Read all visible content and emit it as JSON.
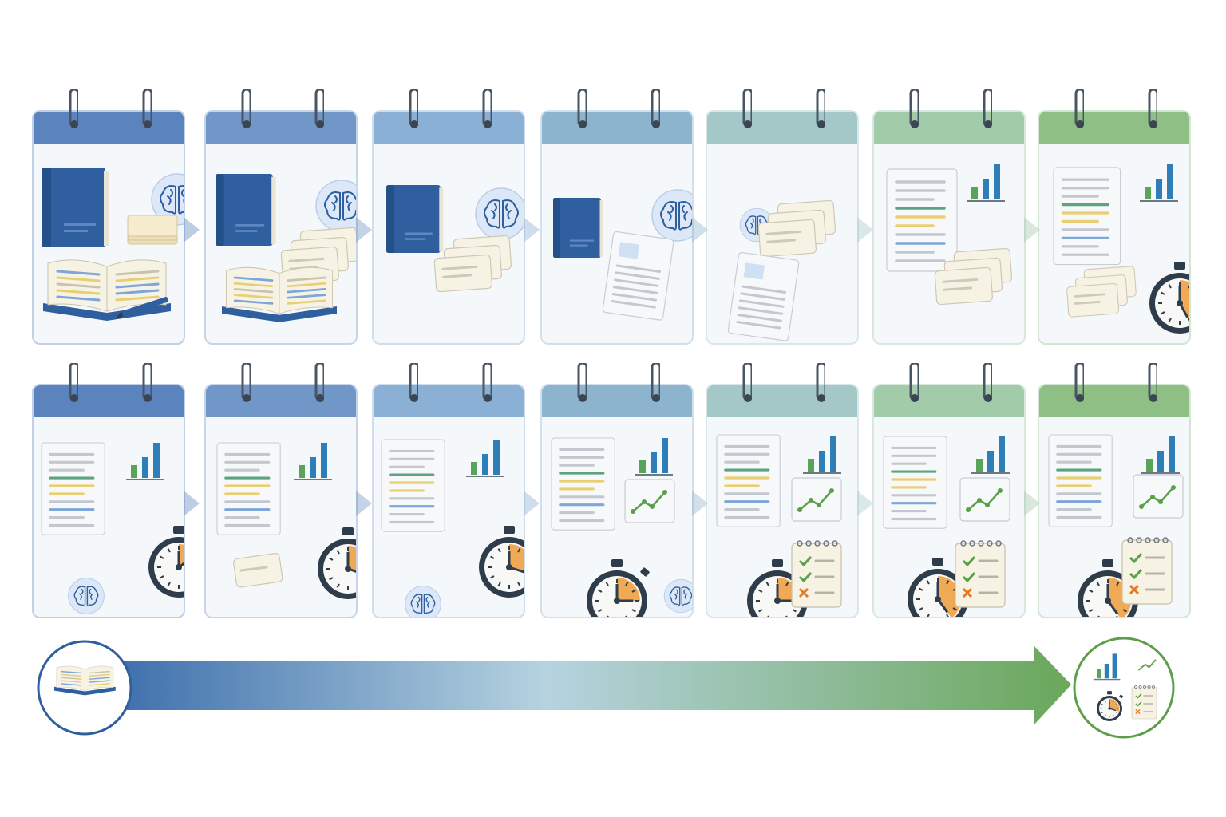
{
  "palette": {
    "stages": [
      "#5b82b8",
      "#6e91c4",
      "#86a9d2",
      "#8cb2cc",
      "#a3c6c6",
      "#9ec8a8",
      "#8fbf85"
    ],
    "header_tints": [
      "#5b84bf",
      "#7196c8",
      "#8bb0d6",
      "#8cb4cf",
      "#a3c8c7",
      "#a2cba9",
      "#8ec086"
    ],
    "book_blue": "#2f5f9e",
    "paper": "#f6f2e4",
    "highlight_yellow": "#e8cf74",
    "highlight_green": "#5ea37f",
    "highlight_blue": "#7ea6d8",
    "bar_green": "#5aa45a",
    "bar_blue": "#2e7fb8",
    "timer_dark": "#2f3d4a",
    "timer_orange": "#f0aa55",
    "check_green": "#5aa04a",
    "cross_orange": "#e07a2a",
    "arrow_start": "#3f70ad",
    "arrow_mid": "#b6d3e0",
    "arrow_end": "#6aa75a",
    "end_badge_ring": "#5c9e4a",
    "start_badge_ring": "#2f5f9e"
  },
  "rows": [
    {
      "cards": [
        {
          "icons": [
            "closed-book-icon",
            "brain-icon",
            "index-cards-icon",
            "open-book-icon",
            "pencil-icon"
          ]
        },
        {
          "icons": [
            "closed-book-icon",
            "brain-icon",
            "flashcards-icon",
            "open-book-icon"
          ]
        },
        {
          "icons": [
            "closed-book-icon",
            "brain-icon",
            "flashcards-icon"
          ]
        },
        {
          "icons": [
            "closed-book-icon",
            "brain-icon",
            "summary-sheet-icon"
          ]
        },
        {
          "icons": [
            "brain-icon",
            "flashcards-icon",
            "summary-sheet-icon"
          ]
        },
        {
          "icons": [
            "notes-page-icon",
            "bar-chart-icon",
            "flashcards-icon"
          ]
        },
        {
          "icons": [
            "notes-page-icon",
            "bar-chart-icon",
            "flashcards-icon",
            "stopwatch-icon"
          ]
        }
      ]
    },
    {
      "cards": [
        {
          "icons": [
            "notes-page-icon",
            "bar-chart-icon",
            "stopwatch-icon",
            "brain-icon"
          ]
        },
        {
          "icons": [
            "notes-page-icon",
            "bar-chart-icon",
            "stopwatch-icon",
            "flashcard-icon"
          ]
        },
        {
          "icons": [
            "notes-page-icon",
            "bar-chart-icon",
            "stopwatch-icon",
            "brain-icon"
          ]
        },
        {
          "icons": [
            "notes-page-icon",
            "bar-chart-icon",
            "line-chart-icon",
            "stopwatch-icon",
            "brain-icon"
          ]
        },
        {
          "icons": [
            "notes-page-icon",
            "bar-chart-icon",
            "line-chart-icon",
            "stopwatch-icon",
            "checklist-icon"
          ]
        },
        {
          "icons": [
            "notes-page-icon",
            "bar-chart-icon",
            "line-chart-icon",
            "stopwatch-icon",
            "checklist-icon"
          ]
        },
        {
          "icons": [
            "notes-page-icon",
            "bar-chart-icon",
            "line-chart-icon",
            "stopwatch-icon",
            "checklist-icon"
          ]
        }
      ]
    }
  ],
  "stopwatch_fill": {
    "row1_card7": 0.42,
    "row2": [
      0.15,
      0.3,
      0.3,
      0.25,
      0.25,
      0.4,
      0.4
    ]
  },
  "progress_arrow": {
    "start_icon": "open-book-icon",
    "end_icons": [
      "bar-chart-icon",
      "line-chart-icon",
      "stopwatch-icon",
      "checklist-icon"
    ]
  }
}
